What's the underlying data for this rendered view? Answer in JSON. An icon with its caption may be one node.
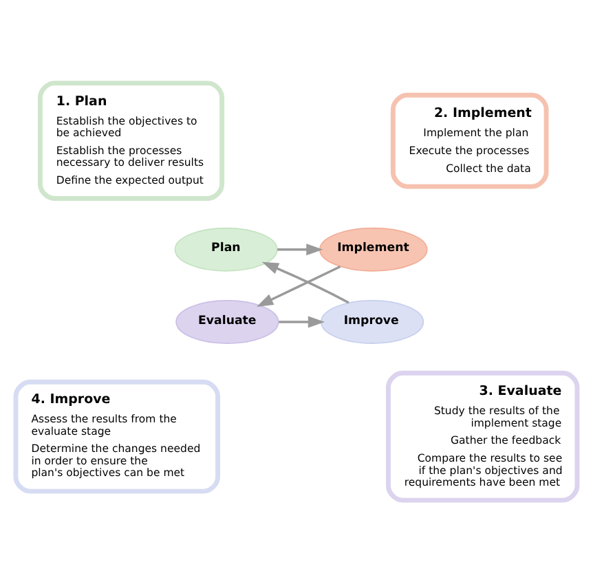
{
  "diagram": {
    "nodes": [
      {
        "text": [
          "1. Plan",
          "Establish the objectives to be achieved",
          "Establish the processes necessary to deliver results",
          "Define the expected output"
        ]
      },
      {
        "text": [
          "2. Implement",
          "Implement the plan",
          "Execute the processes",
          "Collect the data"
        ]
      },
      {
        "text": [
          "3. Evaluate",
          "Study the results of the implement stage",
          "Gather the feedback",
          "Compare the results to see if the plan's objectives and requirements have been met"
        ]
      },
      {
        "text": [
          "4. Improve",
          "Assess the results from the evaluate stage",
          "Determine the changes needed in order to ensure the plan's objectives can be met"
        ]
      },
      {
        "text": [
          "Plan"
        ]
      },
      {
        "text": [
          "Implement"
        ]
      },
      {
        "text": [
          "Evaluate"
        ]
      },
      {
        "text": [
          "Improve"
        ]
      }
    ],
    "edges": [
      {
        "from": 4,
        "to": 5,
        "arrow": "to"
      },
      {
        "from": 5,
        "to": 6,
        "arrow": "to"
      },
      {
        "from": 6,
        "to": 7,
        "arrow": "to"
      },
      {
        "from": 7,
        "to": 4,
        "arrow": "to"
      }
    ]
  }
}
